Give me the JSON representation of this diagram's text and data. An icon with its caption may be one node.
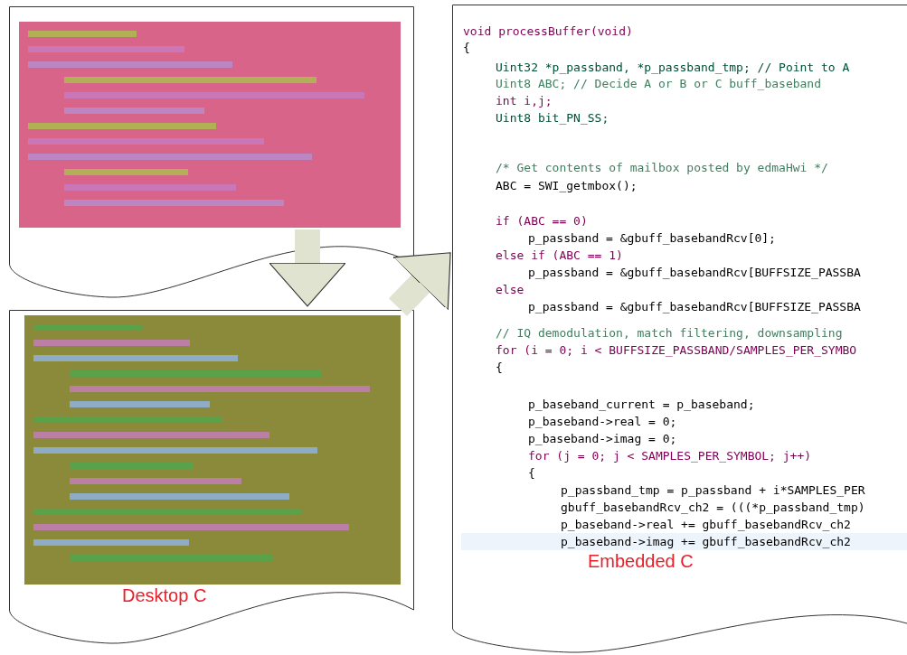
{
  "diagram": {
    "nodes": [
      {
        "text": [],
        "shape": "document"
      },
      {
        "text": [
          "Desktop C"
        ]
      },
      {
        "text": [
          "void processBuffer(void)",
          "{",
          "Uint32 *p_passband, *p_passband_tmp; // Point to A",
          "Uint8 ABC; // Decide A or B or C buff_baseband",
          "int i,j;",
          "Uint8 bit_PN_SS;",
          "/* Get contents of mailbox posted by edmaHwi */",
          "ABC = SWI_getmbox();",
          "if (ABC == 0)",
          "p_passband = &gbuff_basebandRcv[0];",
          "else if (ABC == 1)",
          "p_passband = &gbuff_basebandRcv[BUFFSIZE_PASSBA",
          "else",
          "p_passband = &gbuff_basebandRcv[BUFFSIZE_PASSBA",
          "// IQ demodulation, match filtering, downsampling",
          "for (i = 0; i < BUFFSIZE_PASSBAND/SAMPLES_PER_SYMBO",
          "{",
          "p_baseband_current = p_baseband;",
          "p_baseband->real = 0;",
          "p_baseband->imag = 0;",
          "for (j = 0; j < SAMPLES_PER_SYMBOL; j++)",
          "{",
          "p_passband_tmp = p_passband + i*SAMPLES_PER",
          "gbuff_basebandRcv_ch2 = (((*p_passband_tmp)",
          "p_baseband->real += gbuff_basebandRcv_ch2",
          "p_baseband->imag += gbuff_basebandRcv_ch2",
          "Embedded C"
        ]
      }
    ],
    "edges": [
      {
        "from": 0,
        "to": 1,
        "arrow": "to"
      },
      {
        "from": 1,
        "to": 2,
        "arrow": "to"
      }
    ]
  }
}
